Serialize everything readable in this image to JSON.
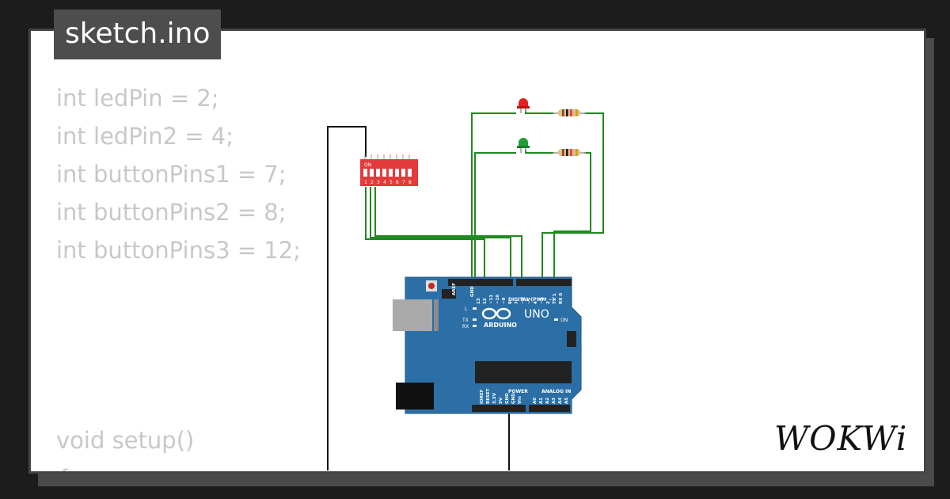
{
  "file_tab": {
    "title": "sketch.ino"
  },
  "code_lines": [
    "int ledPin = 2;",
    "int ledPin2 = 4;",
    "int buttonPins1 = 7;",
    "int buttonPins2 = 8;",
    "int buttonPins3 = 12;",
    "void setup()",
    "{"
  ],
  "brand": {
    "logo_text": "WOKWi"
  },
  "board": {
    "name": "UNO",
    "maker": "ARDUINO",
    "on_label": "ON",
    "digital_label": "DIGITAL (PWM ~)",
    "power_label": "POWER",
    "analog_label": "ANALOG IN",
    "aref_label": "AREF",
    "gnd_label": "GND",
    "led_l_label": "L",
    "tx_label": "TX",
    "rx_label": "RX",
    "digital_pins": [
      "13",
      "12",
      "~11",
      "~10",
      "~9",
      "8",
      "7",
      "~6",
      "~5",
      "4",
      "~3",
      "2",
      "TX 1",
      "RX 0"
    ],
    "power_pins": [
      "IOREF",
      "RESET",
      "3.3V",
      "5V",
      "GND",
      "GND",
      "Vin"
    ],
    "analog_pins": [
      "A0",
      "A1",
      "A2",
      "A3",
      "A4",
      "A5"
    ]
  },
  "dip_switch": {
    "on_label": "ON",
    "numbers": [
      "1",
      "2",
      "3",
      "4",
      "5",
      "6",
      "7",
      "8"
    ]
  },
  "colors": {
    "wire_green": "#1f8a1f",
    "wire_black": "#111111",
    "board_blue": "#2b6fa6",
    "dip_red": "#e33b3b",
    "led_red": "#e02020",
    "led_green": "#1f9d3a"
  }
}
